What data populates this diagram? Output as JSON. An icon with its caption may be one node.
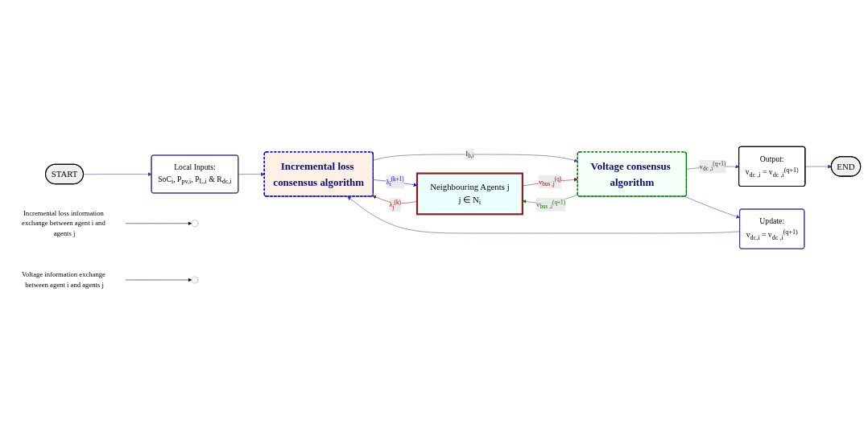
{
  "diagram": {
    "nodes": [
      {
        "text": [
          "START"
        ]
      },
      {
        "text": [
          "Local Inputs:",
          "SoC$_{i}$, P$_{pv,i}$, P$_{L,i}$ & R$_{dc,i}$"
        ]
      },
      {
        "text": [
          "Neighbouring Agents j",
          "j ∈ N$_{i}$"
        ]
      },
      {
        "text": [
          "Incremental loss consensus algorithm"
        ]
      },
      {
        "text": [
          "Voltage consensus algorithm"
        ]
      },
      {
        "text": [
          "Output:",
          "v$_{dc ,i}$ = v$_{dc ,i}$$^{(q+1)}$"
        ]
      },
      {
        "text": [
          "END"
        ]
      },
      {
        "text": [
          "Update:",
          "v$_{dc,i}$ = v$_{dc ,i}$$^{(q+1)}$"
        ]
      },
      {
        "text": [
          "Incremental loss information exchange between agent i and agents j"
        ]
      },
      {
        "text": [],
        "shape": "ellipse"
      },
      {
        "text": [
          "Voltage information exchange between agent i and agents j"
        ]
      },
      {
        "text": [],
        "shape": "ellipse"
      }
    ],
    "edges": [
      {
        "from": 0,
        "to": 1,
        "arrow": "to"
      },
      {
        "from": 1,
        "to": 3,
        "arrow": "to"
      },
      {
        "from": 2,
        "to": 3,
        "arrow": "to",
        "label": "λ$_{j}$$^{(k)}$",
        "color": "#8b1010"
      },
      {
        "from": 3,
        "to": 2,
        "arrow": "to",
        "label": "λ$_{i}$$^{(k+1)}$",
        "color": "#0000ff"
      },
      {
        "from": 3,
        "to": 4,
        "arrow": "to",
        "label": "I$_{b,i}$"
      },
      {
        "from": 4,
        "to": 2,
        "arrow": "to",
        "label": "v$_{bus ,i}$$^{(q+1)}$",
        "color": "#008000"
      },
      {
        "from": 2,
        "to": 4,
        "arrow": "to",
        "label": "v$_{bus ,j}$$^{(q)}$",
        "color": "#8b1010"
      },
      {
        "from": 4,
        "to": 5,
        "arrow": "to",
        "label": "v$_{dc ,i}$$^{(q+1)}$"
      },
      {
        "from": 4,
        "to": 7,
        "arrow": "to"
      },
      {
        "from": 7,
        "to": 3,
        "arrow": "to"
      },
      {
        "from": 5,
        "to": 6,
        "arrow": "to"
      },
      {
        "from": 8,
        "to": 9,
        "arrow": "to",
        "color": "#000000"
      },
      {
        "from": 10,
        "to": 11,
        "arrow": "to",
        "color": "#000000"
      }
    ]
  }
}
